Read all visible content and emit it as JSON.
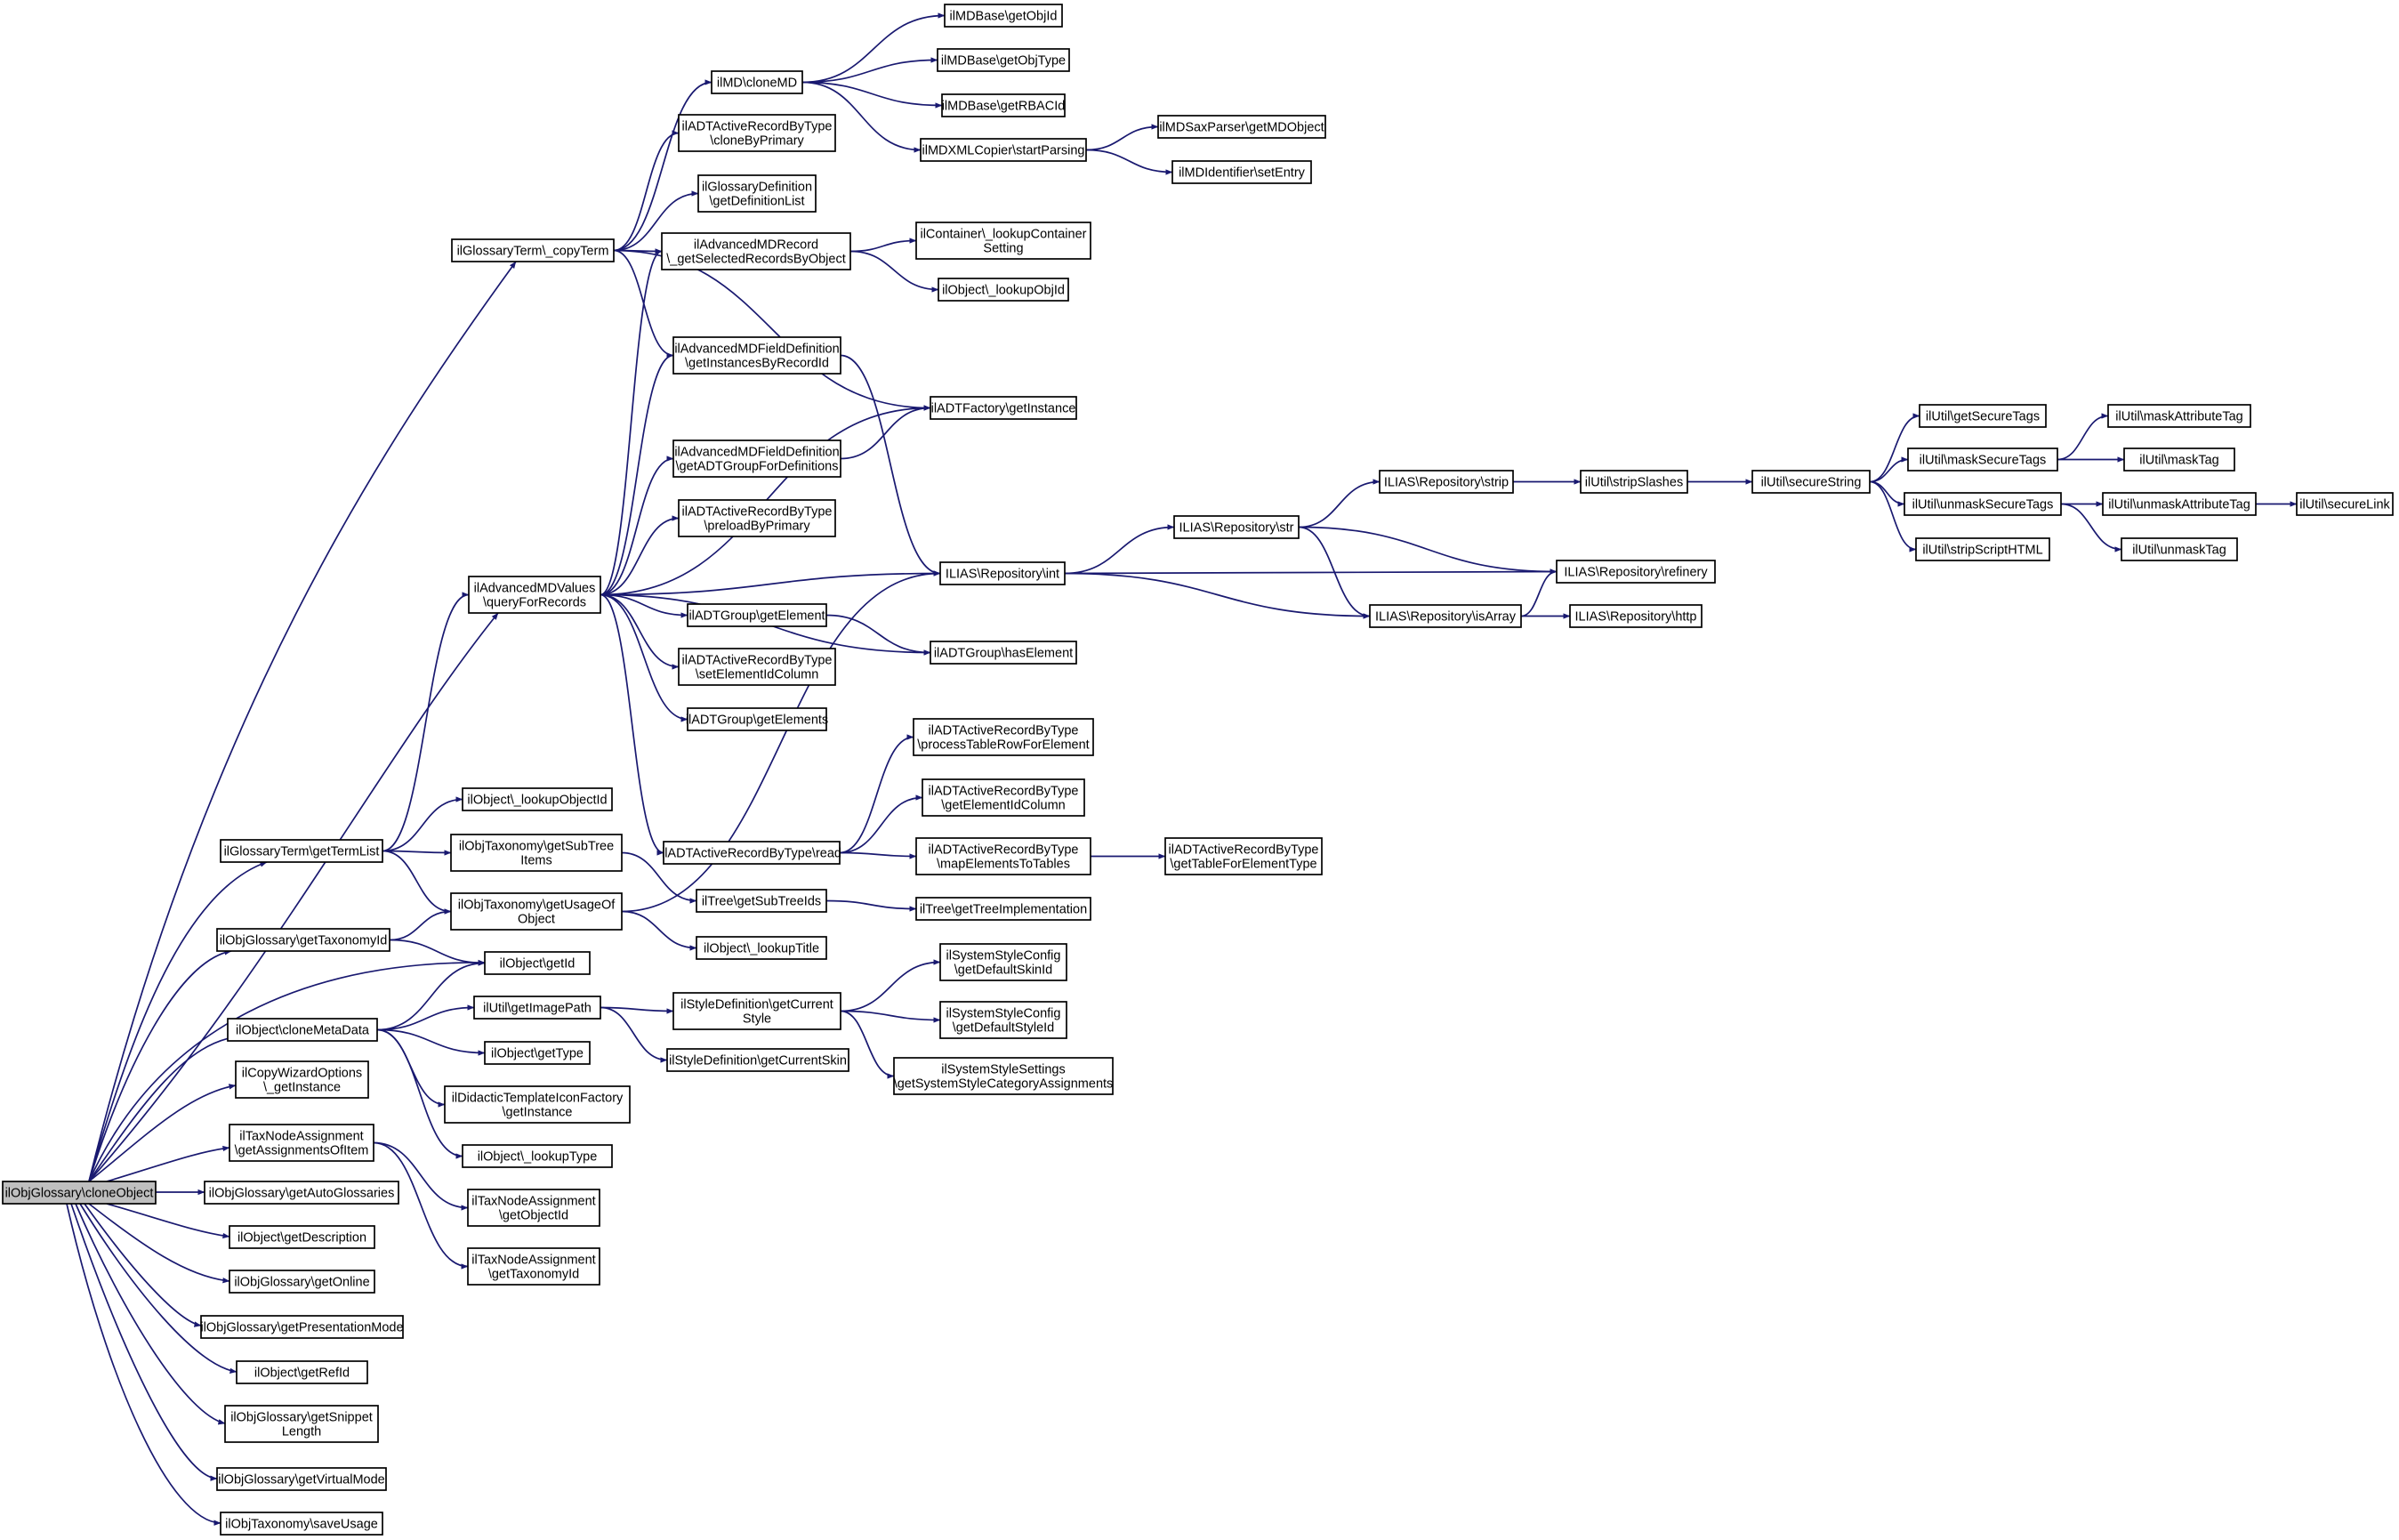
{
  "colors": {
    "edge": "#191970",
    "root_fill": "#bfbfbf",
    "node_fill": "#ffffff",
    "border": "#000000"
  },
  "nodes": [
    {
      "id": "n0",
      "lines": [
        "ilObjGlossary\\cloneObject"
      ],
      "root": true
    },
    {
      "id": "n1",
      "lines": [
        "ilGlossaryTerm\\_copyTerm"
      ]
    },
    {
      "id": "n2",
      "lines": [
        "ilAdvancedMDValues",
        "\\queryForRecords"
      ]
    },
    {
      "id": "n3",
      "lines": [
        "ilGlossaryTerm\\getTermList"
      ]
    },
    {
      "id": "n4",
      "lines": [
        "ilObjGlossary\\getTaxonomyId"
      ]
    },
    {
      "id": "n5",
      "lines": [
        "ilObject\\cloneMetaData"
      ]
    },
    {
      "id": "n6",
      "lines": [
        "ilCopyWizardOptions",
        "\\_getInstance"
      ]
    },
    {
      "id": "n7",
      "lines": [
        "ilTaxNodeAssignment",
        "\\getAssignmentsOfItem"
      ]
    },
    {
      "id": "n8",
      "lines": [
        "ilObjGlossary\\getAutoGlossaries"
      ]
    },
    {
      "id": "n9",
      "lines": [
        "ilObject\\getDescription"
      ]
    },
    {
      "id": "n10",
      "lines": [
        "ilObjGlossary\\getOnline"
      ]
    },
    {
      "id": "n11",
      "lines": [
        "ilObjGlossary\\getPresentationMode"
      ]
    },
    {
      "id": "n12",
      "lines": [
        "ilObject\\getRefId"
      ]
    },
    {
      "id": "n13",
      "lines": [
        "ilObjGlossary\\getSnippet",
        "Length"
      ]
    },
    {
      "id": "n14",
      "lines": [
        "ilObjGlossary\\getVirtualMode"
      ]
    },
    {
      "id": "n15",
      "lines": [
        "ilObjTaxonomy\\saveUsage"
      ]
    },
    {
      "id": "n16",
      "lines": [
        "ilMD\\cloneMD"
      ]
    },
    {
      "id": "n17",
      "lines": [
        "ilADTActiveRecordByType",
        "\\cloneByPrimary"
      ]
    },
    {
      "id": "n18",
      "lines": [
        "ilGlossaryDefinition",
        "\\getDefinitionList"
      ]
    },
    {
      "id": "n19",
      "lines": [
        "ilAdvancedMDRecord",
        "\\_getSelectedRecordsByObject"
      ]
    },
    {
      "id": "n20",
      "lines": [
        "ilAdvancedMDFieldDefinition",
        "\\getInstancesByRecordId"
      ]
    },
    {
      "id": "n21",
      "lines": [
        "ilAdvancedMDFieldDefinition",
        "\\getADTGroupForDefinitions"
      ]
    },
    {
      "id": "n22",
      "lines": [
        "ilADTActiveRecordByType",
        "\\preloadByPrimary"
      ]
    },
    {
      "id": "n23",
      "lines": [
        "ilADTGroup\\getElement"
      ]
    },
    {
      "id": "n24",
      "lines": [
        "ilADTActiveRecordByType",
        "\\setElementIdColumn"
      ]
    },
    {
      "id": "n25",
      "lines": [
        "ilADTGroup\\getElements"
      ]
    },
    {
      "id": "n26",
      "lines": [
        "ilObject\\_lookupObjectId"
      ]
    },
    {
      "id": "n27",
      "lines": [
        "ilObjTaxonomy\\getSubTree",
        "Items"
      ]
    },
    {
      "id": "n28",
      "lines": [
        "ilObjTaxonomy\\getUsageOf",
        "Object"
      ]
    },
    {
      "id": "n29",
      "lines": [
        "ilObject\\getId"
      ]
    },
    {
      "id": "n30",
      "lines": [
        "ilUtil\\getImagePath"
      ]
    },
    {
      "id": "n31",
      "lines": [
        "ilObject\\getType"
      ]
    },
    {
      "id": "n32",
      "lines": [
        "ilDidacticTemplateIconFactory",
        "\\getInstance"
      ]
    },
    {
      "id": "n33",
      "lines": [
        "ilObject\\_lookupType"
      ]
    },
    {
      "id": "n34",
      "lines": [
        "ilTaxNodeAssignment",
        "\\getObjectId"
      ]
    },
    {
      "id": "n35",
      "lines": [
        "ilTaxNodeAssignment",
        "\\getTaxonomyId"
      ]
    },
    {
      "id": "n36",
      "lines": [
        "ilMDBase\\getObjId"
      ]
    },
    {
      "id": "n37",
      "lines": [
        "ilMDBase\\getObjType"
      ]
    },
    {
      "id": "n38",
      "lines": [
        "ilMDBase\\getRBACId"
      ]
    },
    {
      "id": "n39",
      "lines": [
        "ilMDXMLCopier\\startParsing"
      ]
    },
    {
      "id": "n40",
      "lines": [
        "ilContainer\\_lookupContainer",
        "Setting"
      ]
    },
    {
      "id": "n41",
      "lines": [
        "ilObject\\_lookupObjId"
      ]
    },
    {
      "id": "n42",
      "lines": [
        "ilADTFactory\\getInstance"
      ]
    },
    {
      "id": "n43",
      "lines": [
        "ILIAS\\Repository\\int"
      ]
    },
    {
      "id": "n44",
      "lines": [
        "ilADTGroup\\hasElement"
      ]
    },
    {
      "id": "n45",
      "lines": [
        "ilADTActiveRecordByType\\read"
      ]
    },
    {
      "id": "n46",
      "lines": [
        "ilTree\\getSubTreeIds"
      ]
    },
    {
      "id": "n47",
      "lines": [
        "ilObject\\_lookupTitle"
      ]
    },
    {
      "id": "n48",
      "lines": [
        "ilStyleDefinition\\getCurrent",
        "Style"
      ]
    },
    {
      "id": "n49",
      "lines": [
        "ilStyleDefinition\\getCurrentSkin"
      ]
    },
    {
      "id": "n50",
      "lines": [
        "ilMDSaxParser\\getMDObject"
      ]
    },
    {
      "id": "n51",
      "lines": [
        "ilMDIdentifier\\setEntry"
      ]
    },
    {
      "id": "n52",
      "lines": [
        "ILIAS\\Repository\\str"
      ]
    },
    {
      "id": "n53",
      "lines": [
        "ILIAS\\Repository\\isArray"
      ]
    },
    {
      "id": "n54",
      "lines": [
        "ilADTActiveRecordByType",
        "\\processTableRowForElement"
      ]
    },
    {
      "id": "n55",
      "lines": [
        "ilADTActiveRecordByType",
        "\\getElementIdColumn"
      ]
    },
    {
      "id": "n56",
      "lines": [
        "ilADTActiveRecordByType",
        "\\mapElementsToTables"
      ]
    },
    {
      "id": "n57",
      "lines": [
        "ilTree\\getTreeImplementation"
      ]
    },
    {
      "id": "n58",
      "lines": [
        "ilSystemStyleConfig",
        "\\getDefaultSkinId"
      ]
    },
    {
      "id": "n59",
      "lines": [
        "ilSystemStyleConfig",
        "\\getDefaultStyleId"
      ]
    },
    {
      "id": "n60",
      "lines": [
        "ilSystemStyleSettings",
        "\\getSystemStyleCategoryAssignments"
      ]
    },
    {
      "id": "n61",
      "lines": [
        "ILIAS\\Repository\\strip"
      ]
    },
    {
      "id": "n62",
      "lines": [
        "ILIAS\\Repository\\refinery"
      ]
    },
    {
      "id": "n63",
      "lines": [
        "ILIAS\\Repository\\http"
      ]
    },
    {
      "id": "n64",
      "lines": [
        "ilADTActiveRecordByType",
        "\\getTableForElementType"
      ]
    },
    {
      "id": "n65",
      "lines": [
        "ilUtil\\stripSlashes"
      ]
    },
    {
      "id": "n66",
      "lines": [
        "ilUtil\\secureString"
      ]
    },
    {
      "id": "n67",
      "lines": [
        "ilUtil\\getSecureTags"
      ]
    },
    {
      "id": "n68",
      "lines": [
        "ilUtil\\maskSecureTags"
      ]
    },
    {
      "id": "n69",
      "lines": [
        "ilUtil\\unmaskSecureTags"
      ]
    },
    {
      "id": "n70",
      "lines": [
        "ilUtil\\stripScriptHTML"
      ]
    },
    {
      "id": "n71",
      "lines": [
        "ilUtil\\maskAttributeTag"
      ]
    },
    {
      "id": "n72",
      "lines": [
        "ilUtil\\maskTag"
      ]
    },
    {
      "id": "n73",
      "lines": [
        "ilUtil\\unmaskAttributeTag"
      ]
    },
    {
      "id": "n74",
      "lines": [
        "ilUtil\\unmaskTag"
      ]
    },
    {
      "id": "n75",
      "lines": [
        "ilUtil\\secureLink"
      ]
    }
  ],
  "edges": [
    [
      "n0",
      "n1"
    ],
    [
      "n0",
      "n2"
    ],
    [
      "n0",
      "n3"
    ],
    [
      "n0",
      "n4"
    ],
    [
      "n0",
      "n29"
    ],
    [
      "n0",
      "n5"
    ],
    [
      "n0",
      "n6"
    ],
    [
      "n0",
      "n7"
    ],
    [
      "n0",
      "n8"
    ],
    [
      "n0",
      "n9"
    ],
    [
      "n0",
      "n10"
    ],
    [
      "n0",
      "n11"
    ],
    [
      "n0",
      "n12"
    ],
    [
      "n0",
      "n13"
    ],
    [
      "n0",
      "n14"
    ],
    [
      "n0",
      "n15"
    ],
    [
      "n1",
      "n16"
    ],
    [
      "n1",
      "n17"
    ],
    [
      "n1",
      "n18"
    ],
    [
      "n1",
      "n19"
    ],
    [
      "n1",
      "n20"
    ],
    [
      "n1",
      "n42"
    ],
    [
      "n16",
      "n36"
    ],
    [
      "n16",
      "n37"
    ],
    [
      "n16",
      "n38"
    ],
    [
      "n16",
      "n39"
    ],
    [
      "n39",
      "n50"
    ],
    [
      "n39",
      "n51"
    ],
    [
      "n19",
      "n40"
    ],
    [
      "n19",
      "n41"
    ],
    [
      "n2",
      "n19"
    ],
    [
      "n2",
      "n20"
    ],
    [
      "n2",
      "n42"
    ],
    [
      "n2",
      "n21"
    ],
    [
      "n2",
      "n22"
    ],
    [
      "n2",
      "n43"
    ],
    [
      "n2",
      "n23"
    ],
    [
      "n2",
      "n24"
    ],
    [
      "n2",
      "n25"
    ],
    [
      "n2",
      "n44"
    ],
    [
      "n2",
      "n45"
    ],
    [
      "n20",
      "n43"
    ],
    [
      "n21",
      "n42"
    ],
    [
      "n23",
      "n44"
    ],
    [
      "n43",
      "n52"
    ],
    [
      "n43",
      "n62"
    ],
    [
      "n43",
      "n53"
    ],
    [
      "n52",
      "n61"
    ],
    [
      "n52",
      "n62"
    ],
    [
      "n52",
      "n53"
    ],
    [
      "n53",
      "n62"
    ],
    [
      "n53",
      "n63"
    ],
    [
      "n61",
      "n65"
    ],
    [
      "n65",
      "n66"
    ],
    [
      "n66",
      "n67"
    ],
    [
      "n66",
      "n68"
    ],
    [
      "n66",
      "n69"
    ],
    [
      "n66",
      "n70"
    ],
    [
      "n68",
      "n71"
    ],
    [
      "n68",
      "n72"
    ],
    [
      "n69",
      "n73"
    ],
    [
      "n69",
      "n74"
    ],
    [
      "n73",
      "n75"
    ],
    [
      "n45",
      "n54"
    ],
    [
      "n45",
      "n55"
    ],
    [
      "n45",
      "n56"
    ],
    [
      "n56",
      "n64"
    ],
    [
      "n3",
      "n2"
    ],
    [
      "n3",
      "n26"
    ],
    [
      "n3",
      "n27"
    ],
    [
      "n3",
      "n28"
    ],
    [
      "n27",
      "n46"
    ],
    [
      "n46",
      "n57"
    ],
    [
      "n28",
      "n43"
    ],
    [
      "n28",
      "n47"
    ],
    [
      "n4",
      "n28"
    ],
    [
      "n4",
      "n29"
    ],
    [
      "n5",
      "n29"
    ],
    [
      "n5",
      "n30"
    ],
    [
      "n5",
      "n31"
    ],
    [
      "n5",
      "n32"
    ],
    [
      "n5",
      "n33"
    ],
    [
      "n30",
      "n48"
    ],
    [
      "n30",
      "n49"
    ],
    [
      "n48",
      "n58"
    ],
    [
      "n48",
      "n59"
    ],
    [
      "n48",
      "n60"
    ],
    [
      "n7",
      "n34"
    ],
    [
      "n7",
      "n35"
    ]
  ]
}
